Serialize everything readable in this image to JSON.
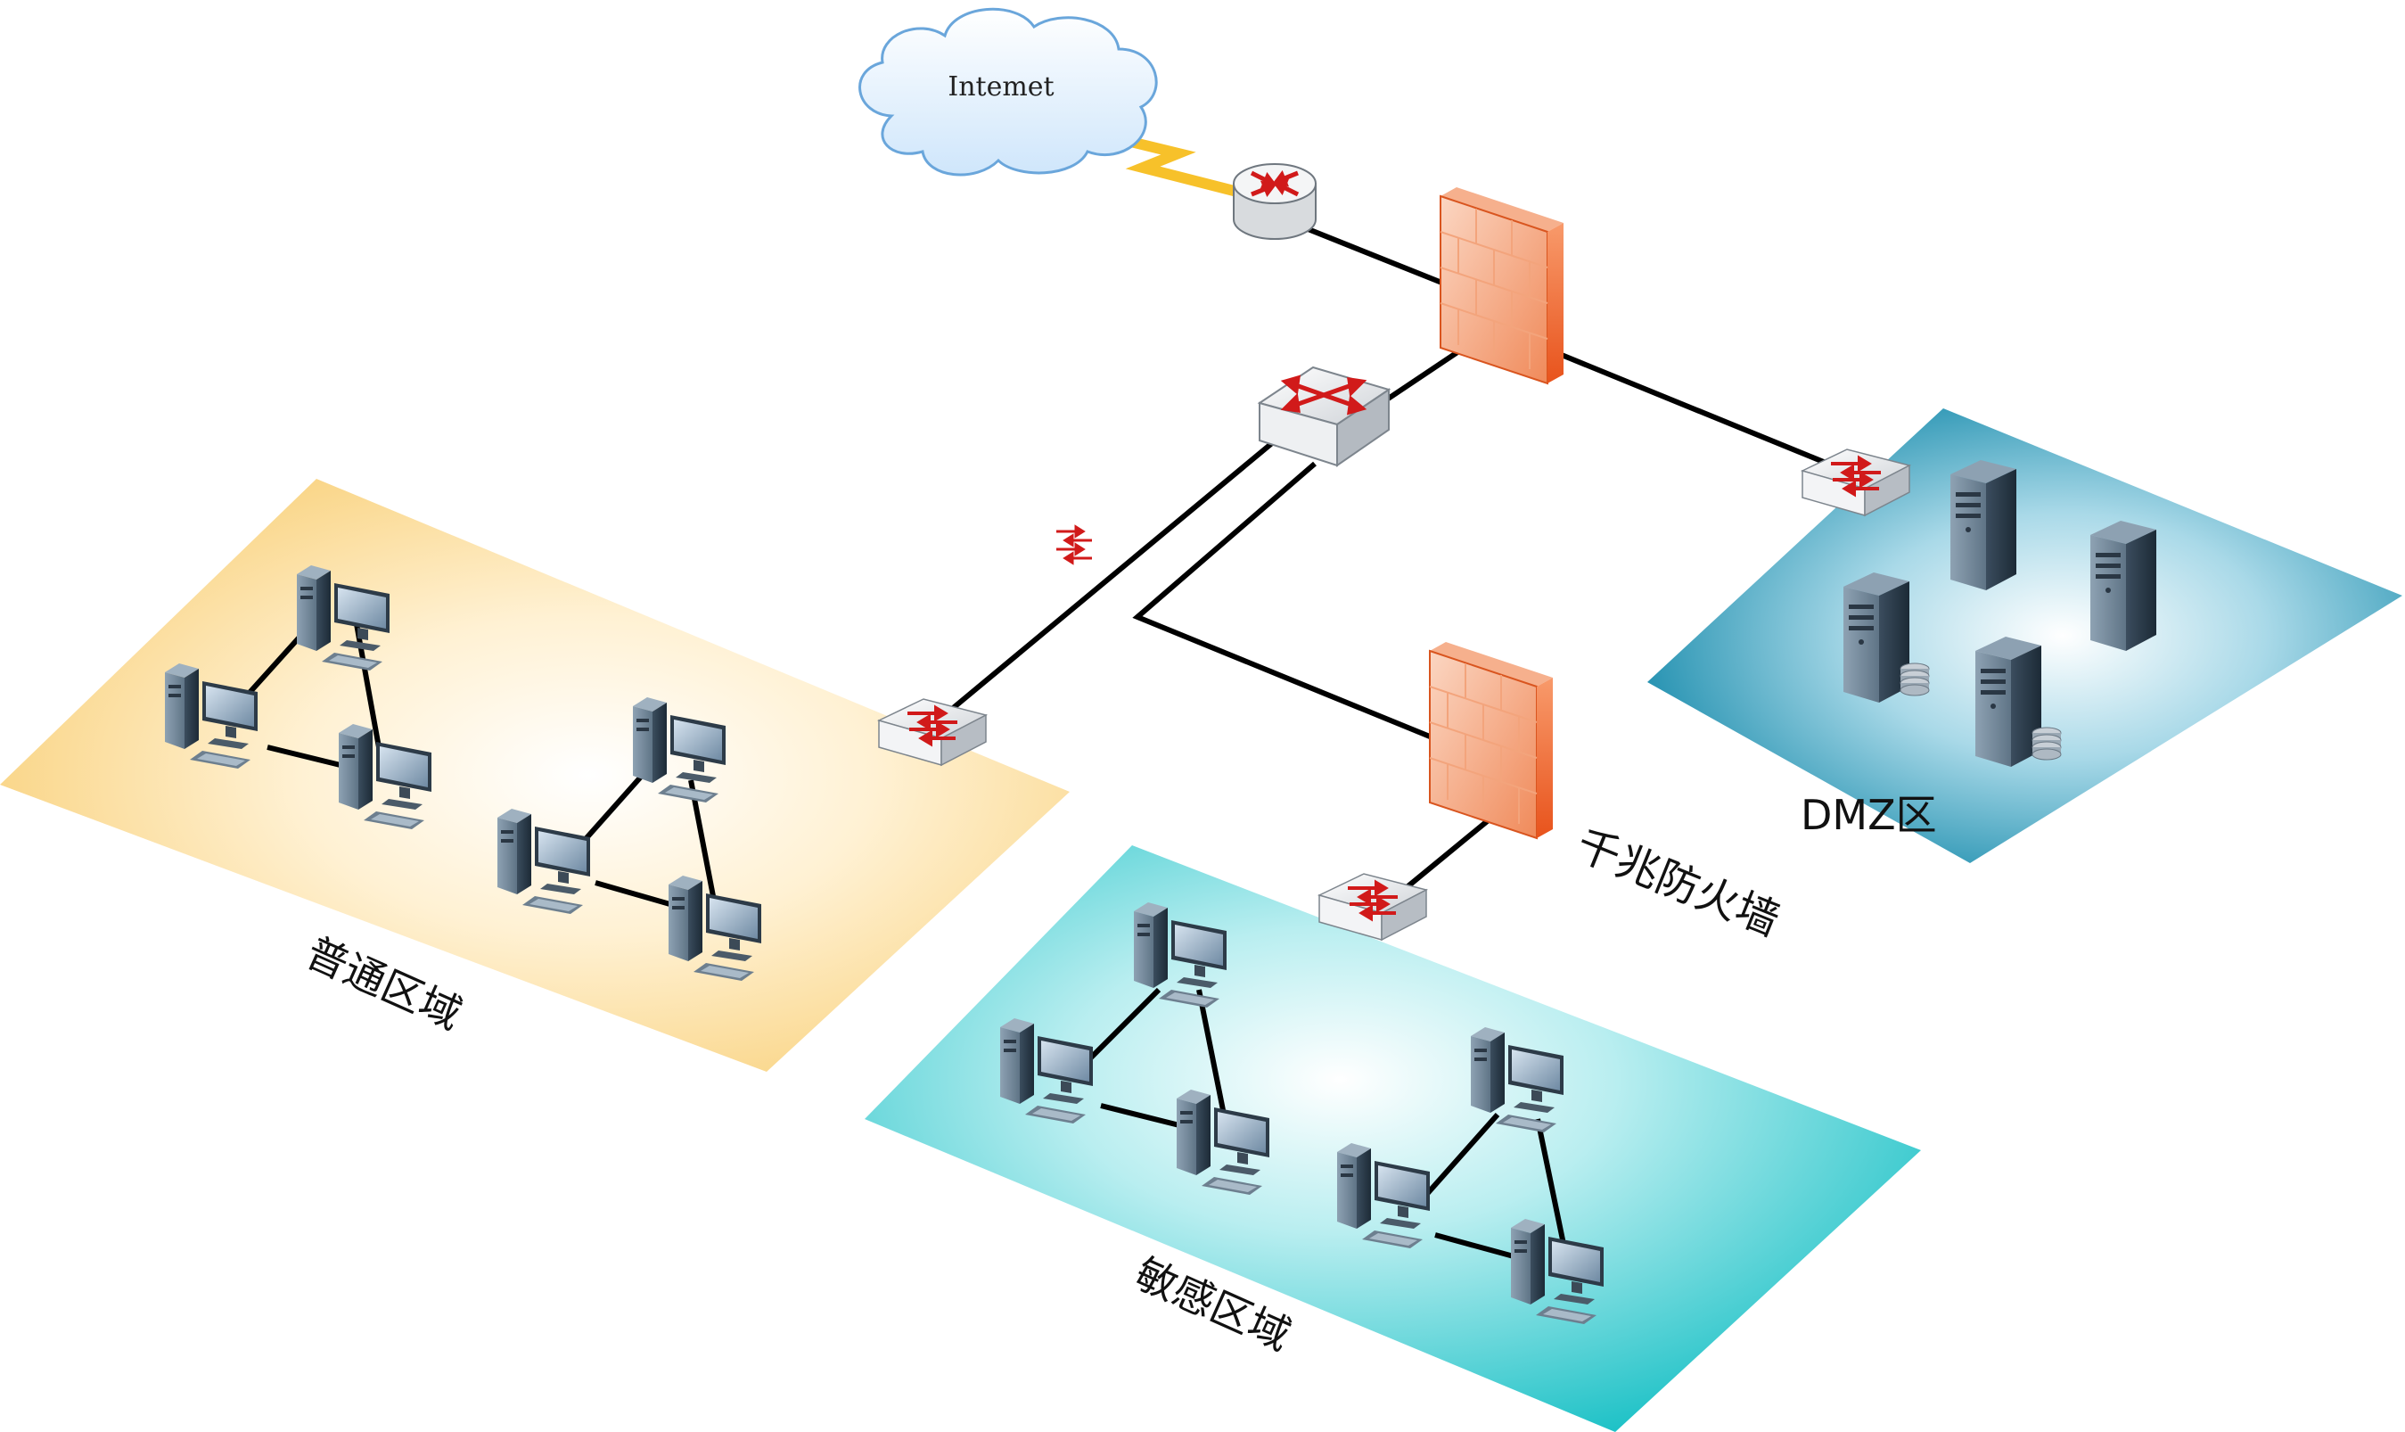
{
  "internet": {
    "label": "Intemet"
  },
  "labels": {
    "general_zone": "普通区域",
    "sensitive_zone": "敏感区域",
    "dmz_zone": "DMZ区",
    "gigabit_firewall": "千兆防火墙"
  },
  "colors": {
    "general_zone": "#f9d27e",
    "sensitive_zone": "#20c4c8",
    "dmz_zone": "#1b8fae",
    "firewall": "#ef6a2c",
    "link": "#000000",
    "wan_link": "#f7c12a",
    "arrow": "#d11a1a"
  },
  "icons": {
    "cloud": "cloud-icon",
    "router": "router-icon",
    "core_switch": "core-switch-icon",
    "access_switch": "access-switch-icon",
    "firewall": "firewall-icon",
    "pc": "desktop-pc-icon",
    "server": "server-tower-icon"
  }
}
